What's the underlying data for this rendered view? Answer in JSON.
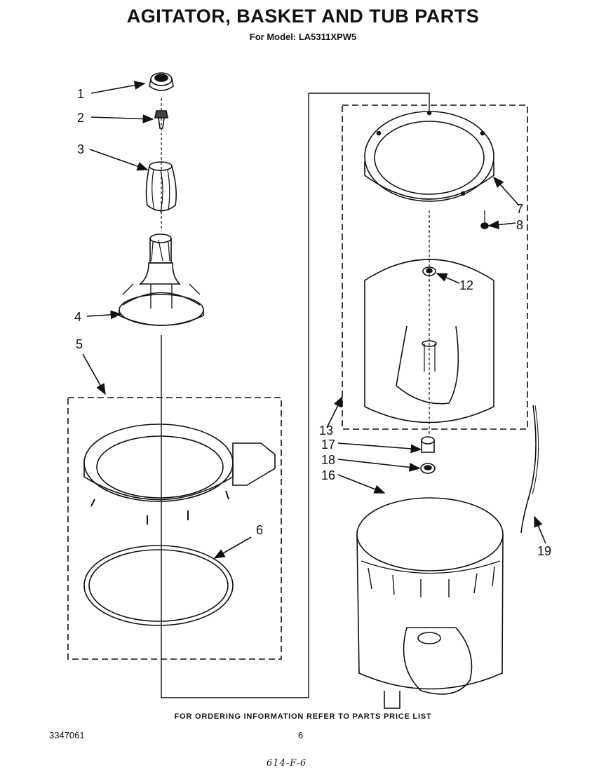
{
  "header": {
    "title": "AGITATOR, BASKET AND TUB PARTS",
    "subtitle": "For Model: LA5311XPW5"
  },
  "callouts": [
    "1",
    "2",
    "3",
    "4",
    "5",
    "6",
    "7",
    "8",
    "12",
    "13",
    "17",
    "18",
    "16",
    "19"
  ],
  "footer": {
    "ordering_note": "FOR ORDERING INFORMATION REFER TO PARTS PRICE LIST",
    "doc_number": "3347061",
    "page_number": "6",
    "handwritten_note": "614-F-6"
  },
  "colors": {
    "ink": "#111111",
    "paper": "#ffffff"
  }
}
